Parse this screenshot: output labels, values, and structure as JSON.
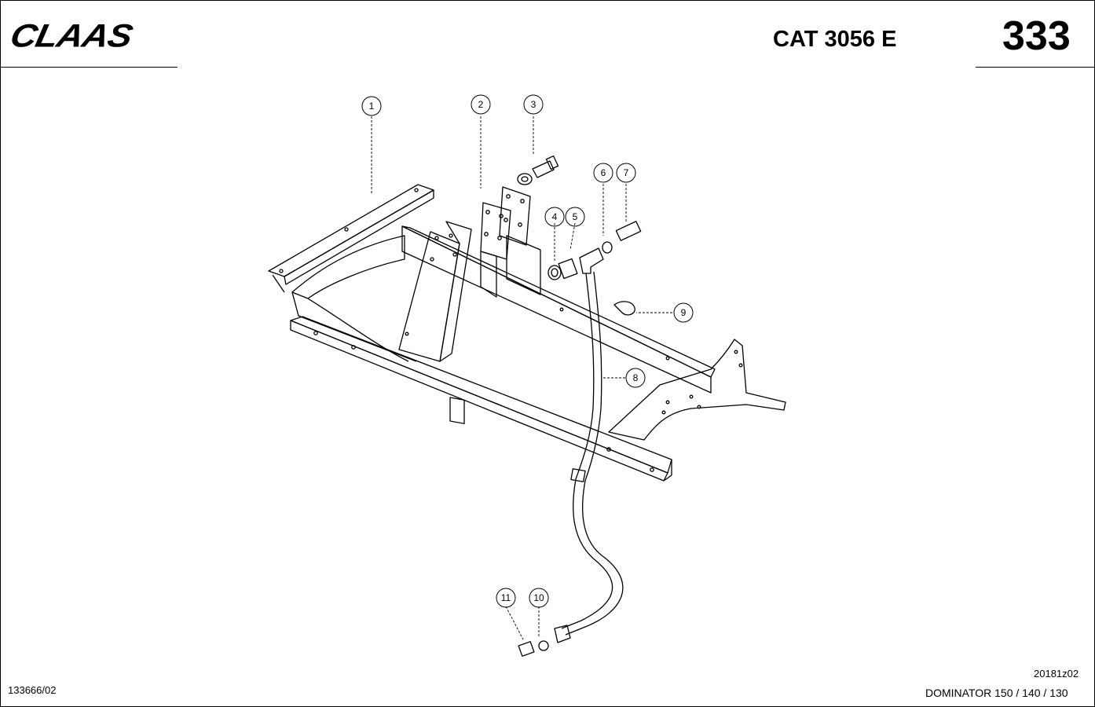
{
  "header": {
    "brand_logo": "CLAAS",
    "catalog_title": "CAT 3056 E",
    "page_number": "333"
  },
  "footer": {
    "drawing_number": "133666/02",
    "reference_code": "20181z02",
    "model_line": "DOMINATOR 150 / 140 / 130"
  },
  "callouts": [
    "1",
    "2",
    "3",
    "4",
    "5",
    "6",
    "7",
    "8",
    "9",
    "10",
    "11"
  ]
}
